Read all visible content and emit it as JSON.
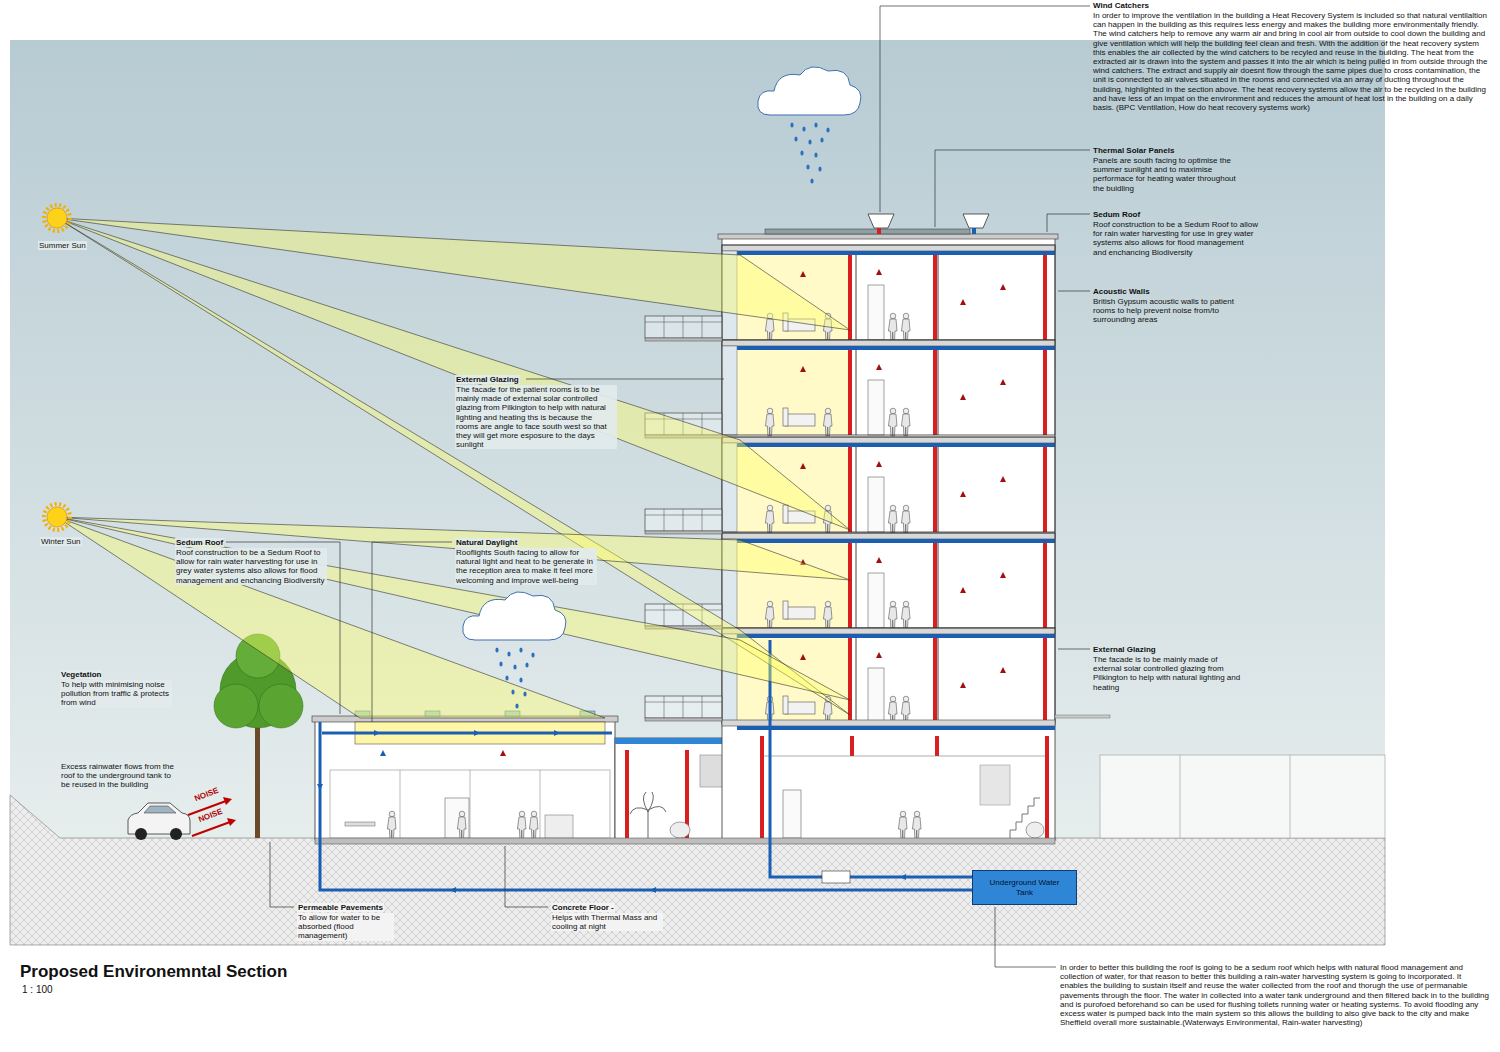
{
  "diagram": {
    "title": "Proposed Environemntal Section",
    "caption": "1 : 100",
    "nodes": [
      {
        "text": [
          "Underground Water Tank"
        ]
      }
    ],
    "labels": [
      "Summer Sun",
      "Winter Sun",
      "Wind Catchers",
      "In order to improve the ventilation in the building a Heat Recovery System is included so that natural ventilaltion can happen in the building as this requires less energy and makes the building more environmentally friendly. The wind catchers help to remove any warm air and bring in cool air from outside to cool down the building and give ventilation which will help the building feel clean and fresh. With the addition of the heat recovery system this enables the air collected by the wind catchers to be recyled and reuse in the building. The heat from the extracted air is drawn into the system and passes it into the air which is being pulled in from outside through the wind catchers. The extract and supply air doesnt flow through the same pipes due to cross contamination, the unit is connected to air valves situated in the rooms and connected via an array of ducting throughout the building, highlighted in the section above. The heat recovery systems allow the air to be recycled in the building and have less of an impat on the environment and reduces the amount of heat lost in the building on a daily basis. (BPC Ventilation, How do heat recovery systems work)",
      "Thermal Solar Panels",
      "Panels are south facing to optimise the summer sunlight and to maximise performace for heating water throughout the buidling",
      "Sedum Roof",
      "Roof construction to be a Sedum Roof to allow for rain water harvesting for use in grey water systems also allows for flood management and enchancing Biodiversity",
      "Acoustic Walls",
      "British Gypsum acoustic walls to patient rooms to help prevent noise from/to surrounding areas",
      "External Glazing",
      "The facade for the patient rooms is to be mainly made of external solar controlled glazing from Pilkington to help with natural lighting and heating ths is because the rooms are angle to face south west so that they will get more esposure to the days sunlight",
      "External Glazing",
      "The facade is to be mainly made of external solar controlled glazing from Pilkington to help with natural lighting and heating",
      "Sedum Roof",
      "Roof construction to be a Sedum Roof to allow for rain water harvesting for use in grey water systems also allows for flood management and enchancing Biodiversity",
      "Natural Daylight",
      "Rooflights South facing to allow for natural light and heat to be generate in the reception area to make it feel more welcoming and improve well-being",
      "Vegetation",
      "To help with minimising noise pollution from traffic & protects from wind",
      "Excess rainwater flows from the roof to the underground tank to be reused in the building",
      "Permeable Pavements",
      "To allow for water to be absorbed (flood management)",
      "Concrete Floor -",
      "Helps with Thermal Mass and cooling at night",
      "In order to better this building the roof is going to be a sedum roof which helps with natural flood management and collection of water, for that reason to better this building a rain-water harvesting system is going to incorporated. It enables the building to sustain itself and reuse the water collected from the roof and thorugh the use of permanable pavements through the floor. The water in collected into a water tank underground and then filtered back in to the building and is purofoed beforehand so can be used for flushing toilets running water or heating systems. To avoid flooding any excess water is pumped back into the main system so this allows the building to also give back to the city and make Sheffield overall more sustainable.(Waterways Environmental, Rain-water harvesting)",
      "NOISE",
      "NOISE"
    ]
  }
}
